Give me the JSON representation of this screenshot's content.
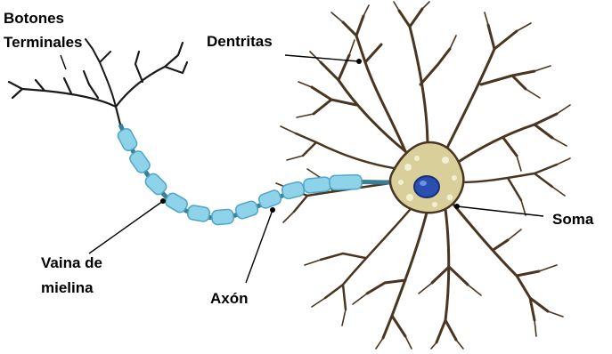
{
  "labels": {
    "botones_line1": "Botones",
    "botones_line2": "Terminales",
    "dentritas": "Dentritas",
    "soma": "Soma",
    "vaina_line1": "Vaina de",
    "vaina_line2": "mielina",
    "axon": "Axón"
  },
  "colors": {
    "dendrite": "#4a3520",
    "dendrite_light": "#8a6a3a",
    "soma_fill": "#d8cf9a",
    "soma_speckle": "#f3efd2",
    "nucleus": "#2a4fb0",
    "nucleus_dark": "#1a2f78",
    "myelin": "#8fd3ea",
    "myelin_edge": "#4fa7c6",
    "axon_terminal": "#1a1a1a",
    "pointer": "#000000"
  }
}
